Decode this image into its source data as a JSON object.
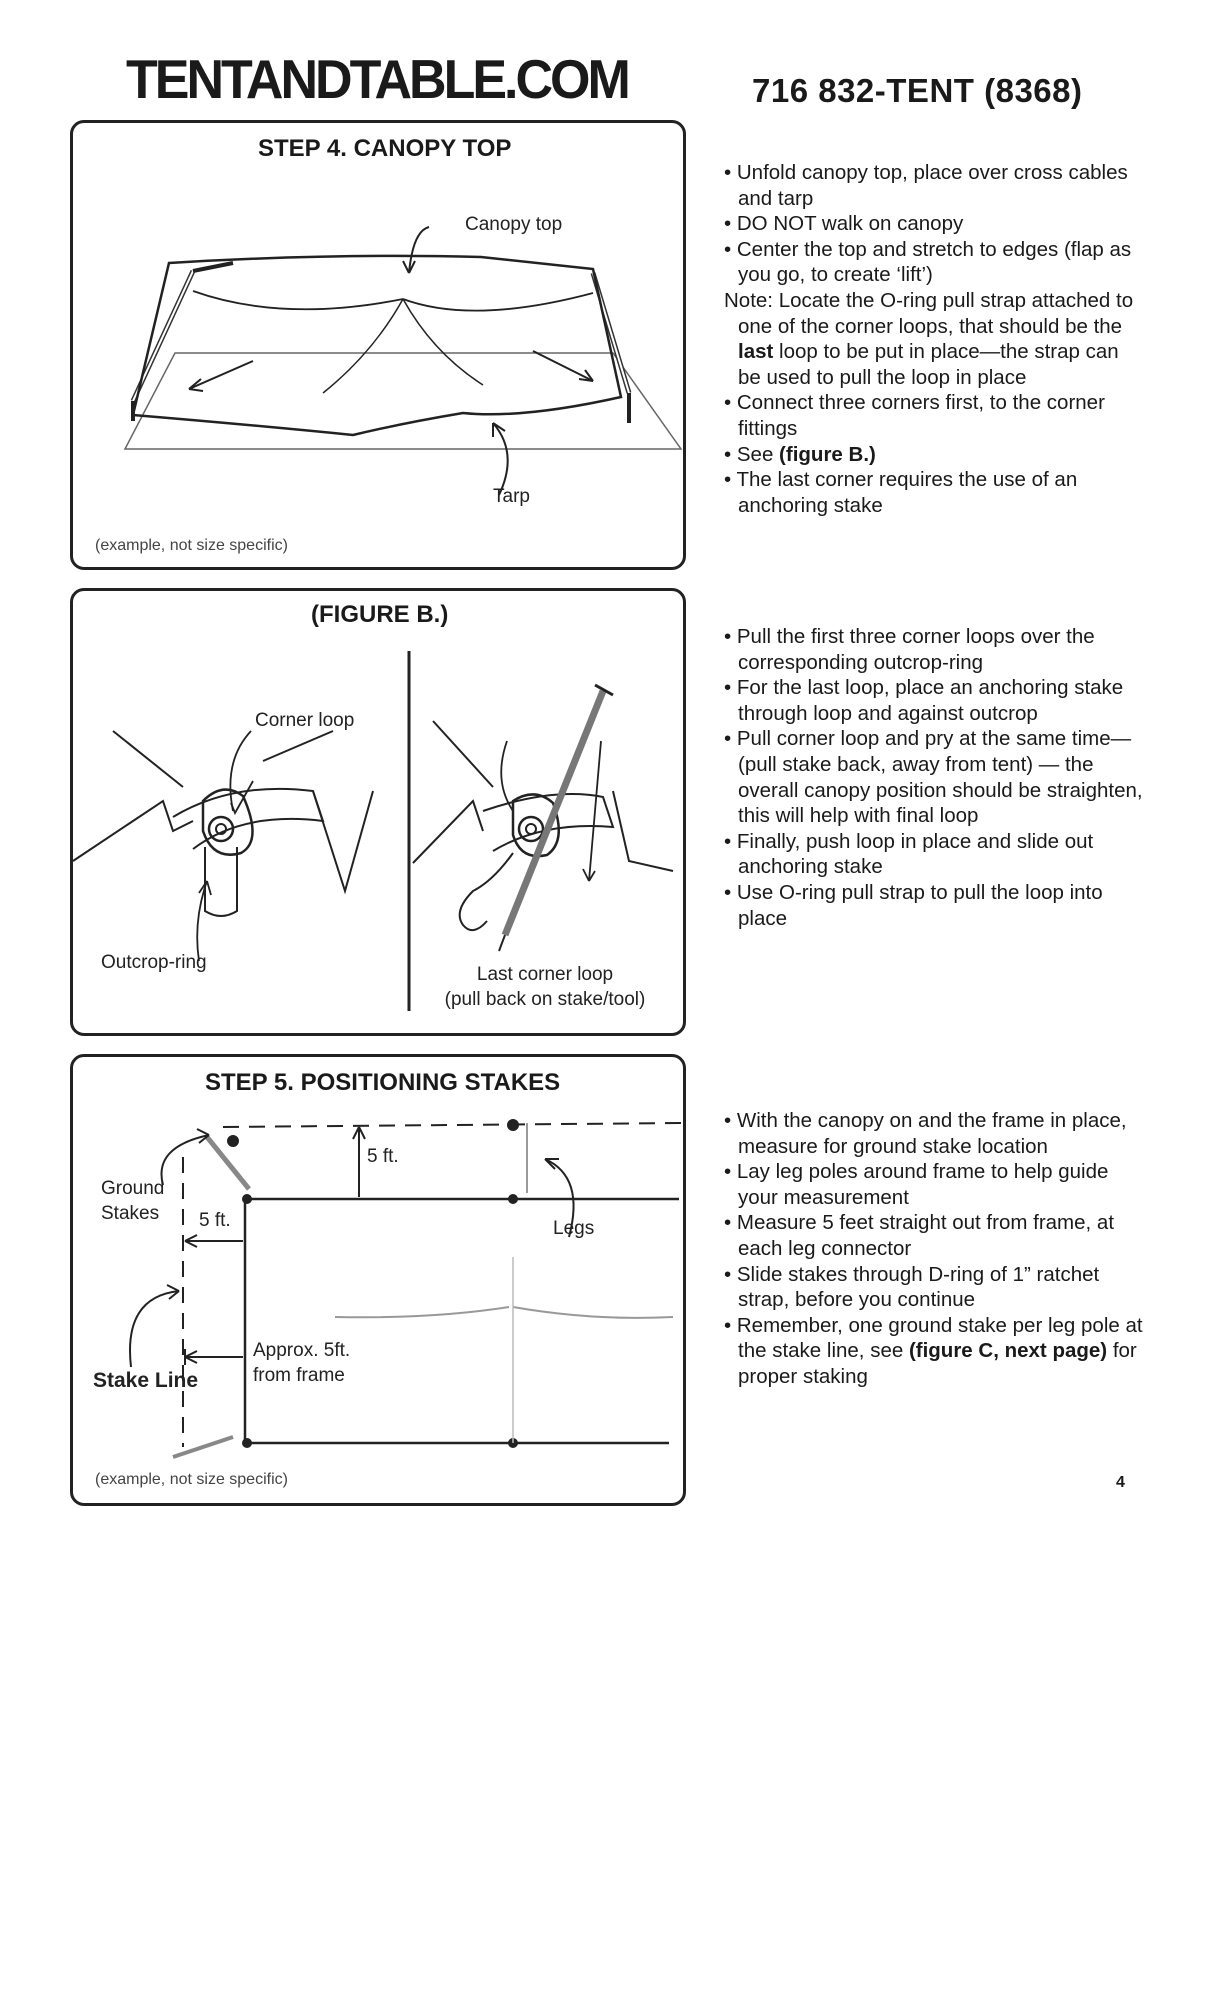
{
  "header": {
    "logo": "TENTANDTABLE.COM",
    "phone": "716 832-TENT (8368)"
  },
  "step4": {
    "title": "STEP 4. CANOPY TOP",
    "label_canopy": "Canopy top",
    "label_tarp": "Tarp",
    "caption": "(example, not size specific)",
    "notes": [
      "• Unfold canopy top, place over cross cables and tarp",
      "• DO NOT walk on canopy",
      "• Center the top and stretch to edges (flap as you go, to create ‘lift’)"
    ],
    "note_prefix": "Note: Locate the O-ring pull strap attached to one of the corner loops, that should be the ",
    "note_bold": "last",
    "note_suffix": " loop to be put in place—the strap can be used to pull the loop in place",
    "notes_after": [
      "• Connect three corners first, to the corner fittings"
    ],
    "see_prefix": "• See ",
    "see_bold": "(figure B.)",
    "notes_last": "• The last corner requires the use of an anchoring stake"
  },
  "figureB": {
    "title": "(FIGURE B.)",
    "label_corner_loop": "Corner loop",
    "label_outcrop": "Outcrop-ring",
    "label_last_1": "Last corner loop",
    "label_last_2": "(pull back on stake/tool)",
    "notes": [
      "• Pull the first three corner loops over the corresponding outcrop-ring",
      "• For the last loop, place an anchoring stake through loop and against outcrop",
      "• Pull corner loop and pry at the same time— (pull stake back, away from tent) — the overall canopy position should be straighten, this will help with final loop",
      "• Finally, push loop in place and slide out anchoring stake",
      "• Use O-ring pull strap to pull the loop into place"
    ]
  },
  "step5": {
    "title": "STEP 5. POSITIONING STAKES",
    "label_ground_1": "Ground",
    "label_ground_2": "Stakes",
    "label_5ft_top": "5 ft.",
    "label_5ft_left": "5 ft.",
    "label_legs": "Legs",
    "label_approx_1": "Approx. 5ft.",
    "label_approx_2": "from frame",
    "label_stake_line": "Stake Line",
    "caption": "(example, not size specific)",
    "notes": [
      "• With the canopy on and the frame in place, measure for ground stake location",
      "• Lay leg poles around frame to help guide your measurement",
      "• Measure 5 feet straight out from frame, at each leg connector",
      "• Slide stakes through D-ring of 1” ratchet strap, before you continue"
    ],
    "rem_prefix": "• Remember, one ground stake per leg pole at the stake line, see ",
    "rem_bold": "(figure C, next page)",
    "rem_suffix": " for proper staking"
  },
  "page_number": "4"
}
